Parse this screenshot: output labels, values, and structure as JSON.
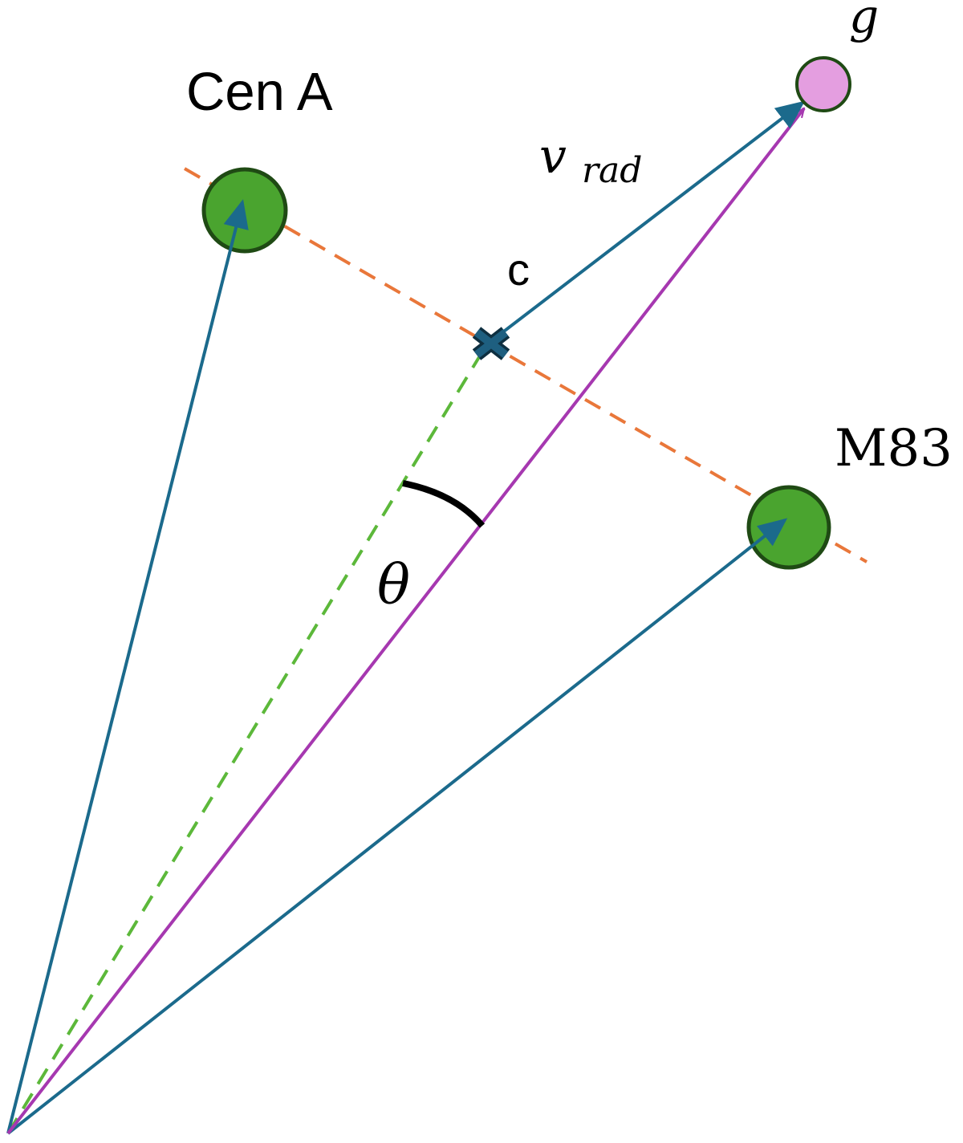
{
  "labels": {
    "cen_a": "Cen A",
    "m83": "M83",
    "c": "c",
    "g": "g",
    "v_rad_main": "v",
    "v_rad_sub": "rad",
    "theta": "θ"
  },
  "colors": {
    "teal_arrow": "#1b6a8c",
    "magenta_arrow": "#a638b0",
    "orange_dash": "#e9773a",
    "green_dash": "#5cb83a",
    "galaxy_fill": "#4aa42f",
    "galaxy_stroke": "#1f4a14",
    "g_fill": "#e49ee0",
    "center_marker": "#1e5f80"
  }
}
